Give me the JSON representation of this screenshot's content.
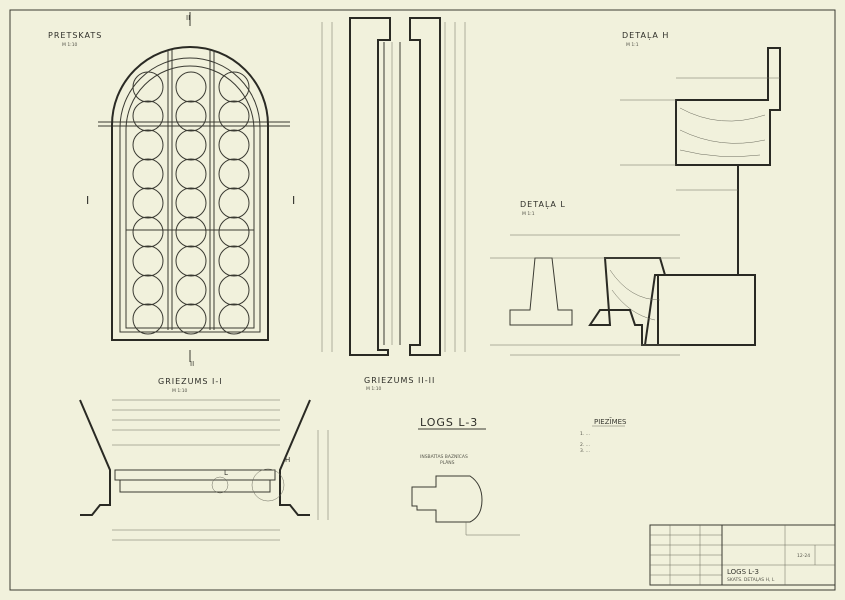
{
  "sheet": {
    "views": {
      "front": {
        "title": "PRETSKATS",
        "scale": "M 1:10",
        "section_mark_top": "II",
        "section_mark_bottom": "II",
        "section_mark_left": "I",
        "section_mark_right": "I"
      },
      "section_2": {
        "title": "GRIEZUMS II-II",
        "scale": "M 1:10"
      },
      "section_1": {
        "title": "GRIEZUMS I-I",
        "scale": "M 1:10",
        "marker_l": "L",
        "marker_h": "H"
      },
      "detail_h": {
        "title": "DETAĻA H",
        "scale": "M 1:1"
      },
      "detail_l": {
        "title": "DETAĻA L",
        "scale": "M 1:1"
      },
      "window": {
        "title": "LOGS L-3",
        "plan_caption_1": "INSBATĪAS BAZNĪCAS",
        "plan_caption_2": "PLĀNS"
      }
    },
    "notes": {
      "title": "PIEZĪMES",
      "items": [
        "1. ...",
        "2. ...",
        "3. ..."
      ]
    },
    "title_block": {
      "drawing": "LOGS L-3",
      "drawing_sub": "SKATS. DETAĻAS H, L",
      "sheet_no": "12-24"
    }
  }
}
